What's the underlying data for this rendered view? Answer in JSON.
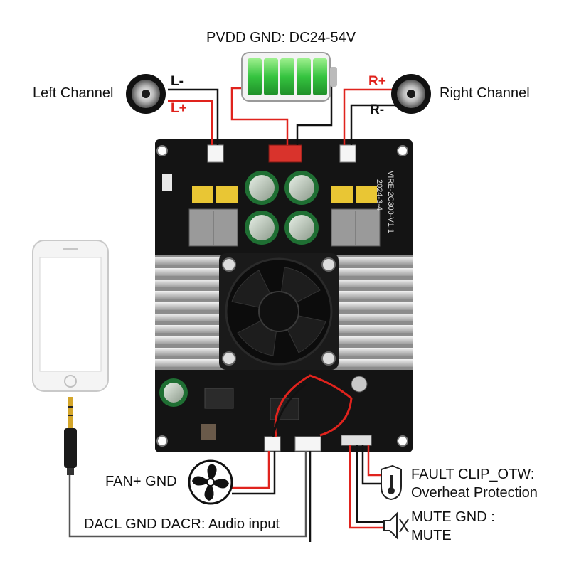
{
  "power": {
    "label": "PVDD GND: DC24-54V"
  },
  "left": {
    "channel_label": "Left Channel",
    "minus": "L-",
    "plus": "L+"
  },
  "right": {
    "channel_label": "Right Channel",
    "plus": "R+",
    "minus": "R-"
  },
  "board": {
    "silk_model": "VIRE-2C300-V1.1",
    "silk_date": "2024-3-4"
  },
  "fan": {
    "label": "FAN+ GND"
  },
  "audio": {
    "label": "DACL GND DACR:  Audio input"
  },
  "fault": {
    "line1": "FAULT CLIP_OTW:",
    "line2": "Overheat Protection"
  },
  "mute": {
    "line1": "MUTE GND :",
    "line2": "MUTE"
  },
  "colors": {
    "wire_red": "#e0231d",
    "wire_black": "#111111",
    "pcb": "#131313",
    "heatsink": "#c9c9c9",
    "battery": "#3fd14a"
  },
  "icons": [
    "speaker-icon",
    "battery-icon",
    "phone-icon",
    "audio-jack-icon",
    "fan-icon",
    "thermometer-icon",
    "mute-speaker-icon"
  ]
}
